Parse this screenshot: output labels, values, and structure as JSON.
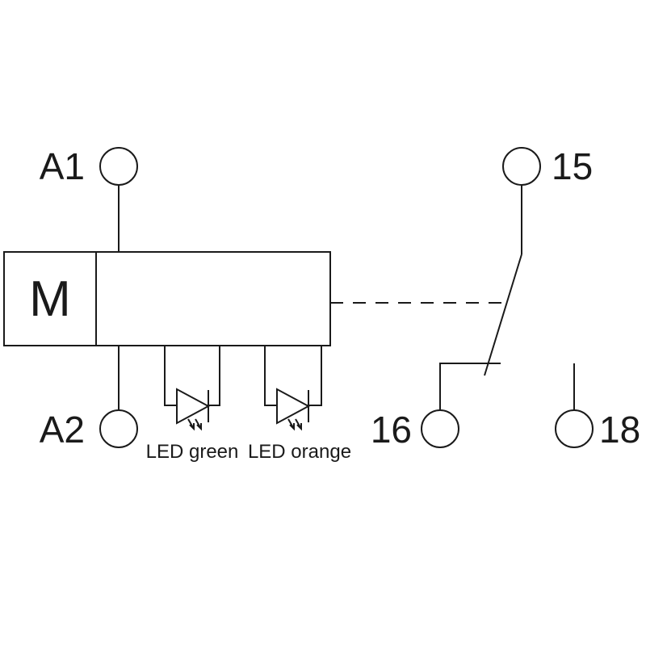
{
  "module": {
    "label": "M"
  },
  "terminals": {
    "a1": "A1",
    "a2": "A2",
    "t15": "15",
    "t16": "16",
    "t18": "18"
  },
  "leds": {
    "green": "LED green",
    "orange": "LED orange"
  },
  "colors": {
    "line": "#1a1a1a",
    "background": "#ffffff"
  }
}
